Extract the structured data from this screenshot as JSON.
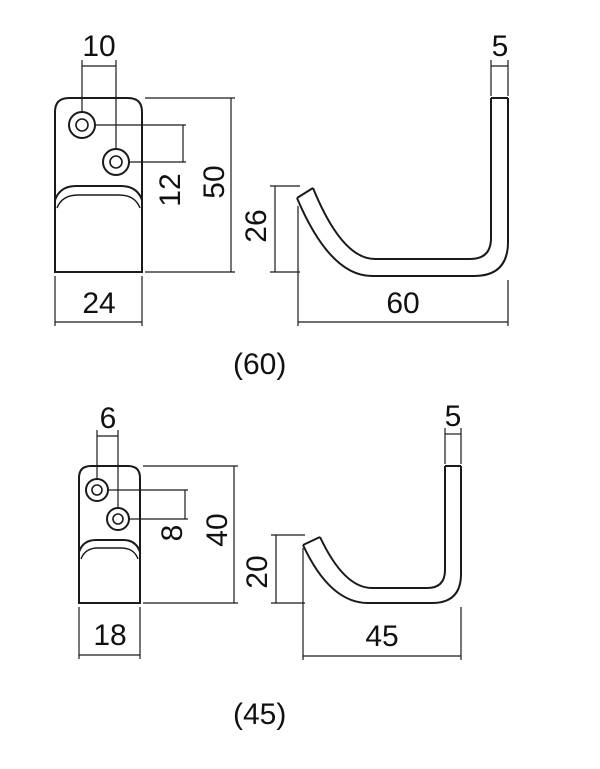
{
  "variants": [
    {
      "id": "60",
      "caption": "(60)",
      "dims": {
        "hole_offset_h": "10",
        "hole_offset_v": "12",
        "height": "50",
        "width": "24",
        "wire": "5",
        "hook_height": "26",
        "depth": "60"
      }
    },
    {
      "id": "45",
      "caption": "(45)",
      "dims": {
        "hole_offset_h": "6",
        "hole_offset_v": "8",
        "height": "40",
        "width": "18",
        "wire": "5",
        "hook_height": "20",
        "depth": "45"
      }
    }
  ],
  "colors": {
    "line": "#1a1a1a",
    "plate_fill": "#ffffff"
  }
}
